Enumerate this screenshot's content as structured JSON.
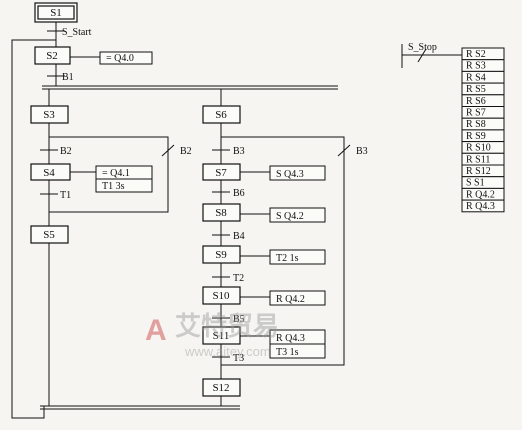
{
  "steps": {
    "s1": "S1",
    "s2": "S2",
    "s3": "S3",
    "s4": "S4",
    "s5": "S5",
    "s6": "S6",
    "s7": "S7",
    "s8": "S8",
    "s9": "S9",
    "s10": "S10",
    "s11": "S11",
    "s12": "S12"
  },
  "actions": {
    "s2": "= Q4.0",
    "s4_1": "= Q4.1",
    "s4_2": "T1  3s",
    "s7": "S  Q4.3",
    "s8": "S  Q4.2",
    "s9": "T2  1s",
    "s10": "R  Q4.2",
    "s11_1": "R  Q4.3",
    "s11_2": "T3  1s"
  },
  "transitions": {
    "start": "S_Start",
    "b1": "B1",
    "b2": "B2",
    "b2_branch": "B2",
    "t1": "T1",
    "b3": "B3",
    "b3_branch": "B3",
    "b6": "B6",
    "b4": "B4",
    "t2": "T2",
    "b5": "B5",
    "t3": "T3"
  },
  "stop_block": {
    "label": "S_Stop",
    "entries": [
      "R  S2",
      "R  S3",
      "R  S4",
      "R  S5",
      "R  S6",
      "R  S7",
      "R  S8",
      "R  S9",
      "R  S10",
      "R  S11",
      "R  S12",
      "S  S1",
      "R  Q4.2",
      "R  Q4.3"
    ]
  },
  "watermark": {
    "brand": "艾特贸易",
    "url": "www.aitey.com"
  }
}
